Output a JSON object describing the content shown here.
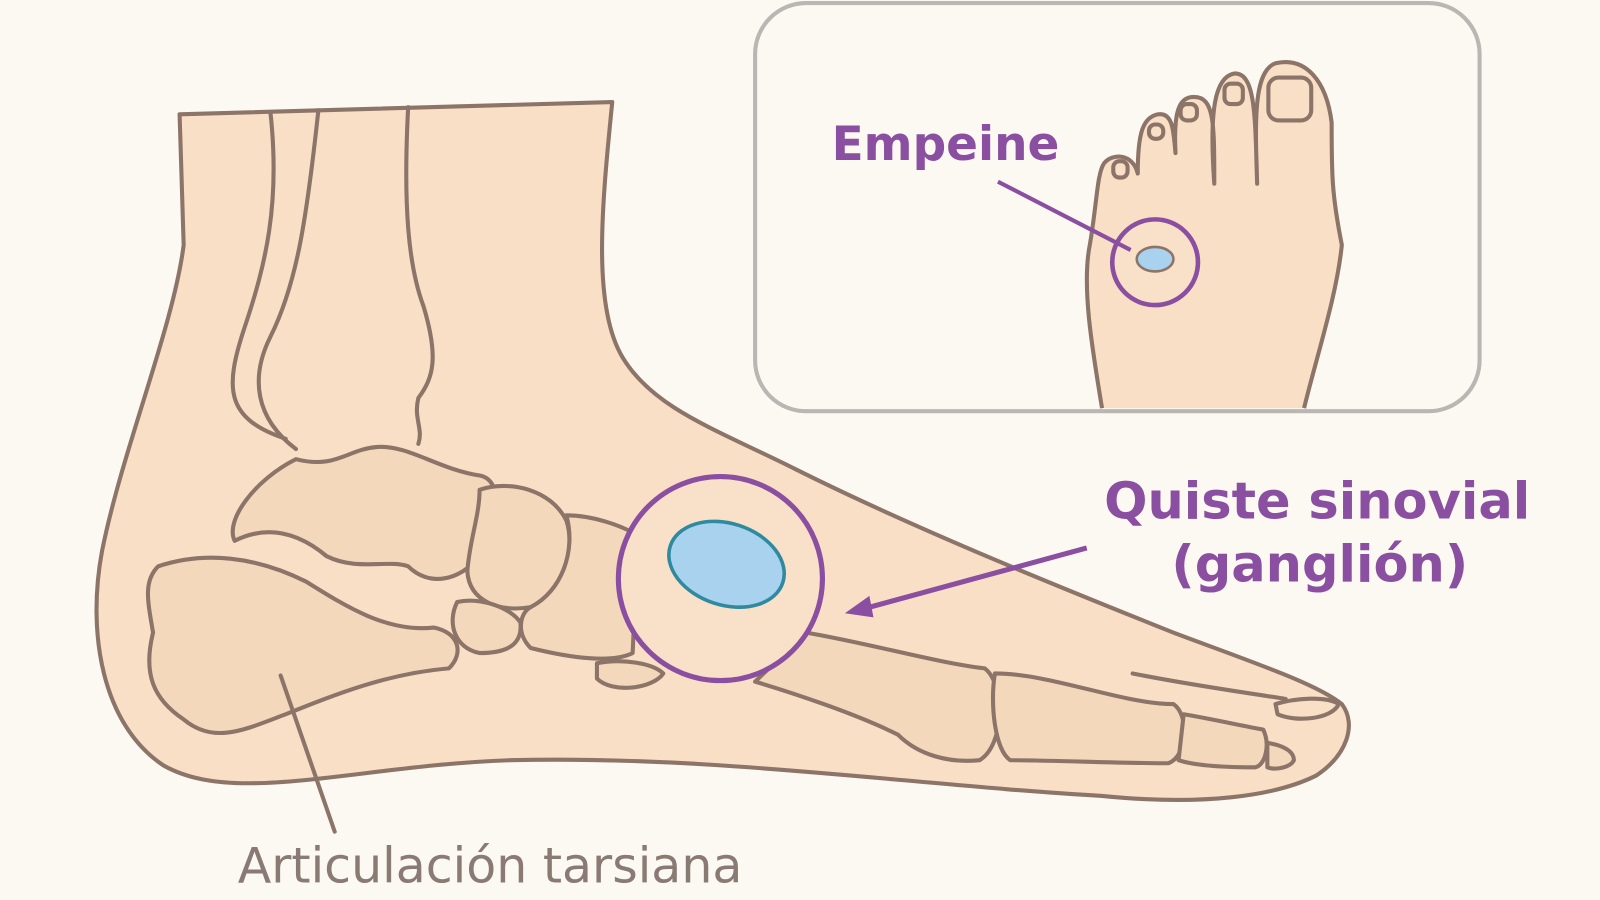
{
  "labels": {
    "instep": "Empeine",
    "cyst_line1": "Quiste sinovial",
    "cyst_line2": "(ganglión)",
    "tarsal_joint": "Articulación tarsiana"
  },
  "colors": {
    "background": "#fcf8f2",
    "skin": "#f8dfc6",
    "bone": "#f3d8bc",
    "outline": "#8c7468",
    "highlight_purple": "#8a4fa0",
    "cyst_fill": "#a8d2ee",
    "cyst_stroke": "#2f8aa0",
    "inset_border": "#b9b6b3",
    "label_gray": "#8a7a74"
  }
}
